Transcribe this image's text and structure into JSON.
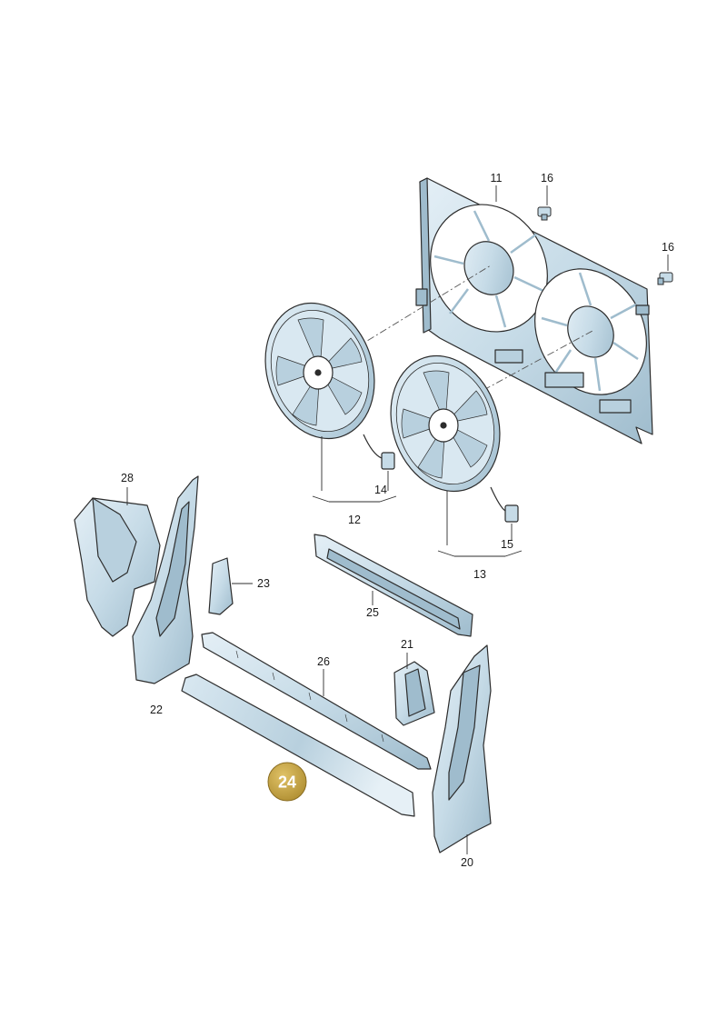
{
  "callouts": {
    "c11": "11",
    "c16a": "16",
    "c16b": "16",
    "c12": "12",
    "c13": "13",
    "c14": "14",
    "c15": "15",
    "c20": "20",
    "c21": "21",
    "c22": "22",
    "c23": "23",
    "c25": "25",
    "c26": "26",
    "c28": "28"
  },
  "highlight": {
    "part_number": "24",
    "color": "#c7a544"
  },
  "colors": {
    "part_fill": "#c6dbe7",
    "part_shade": "#9fbccd",
    "outline": "#2c2c2c",
    "highlight_badge": "#c7a544"
  }
}
